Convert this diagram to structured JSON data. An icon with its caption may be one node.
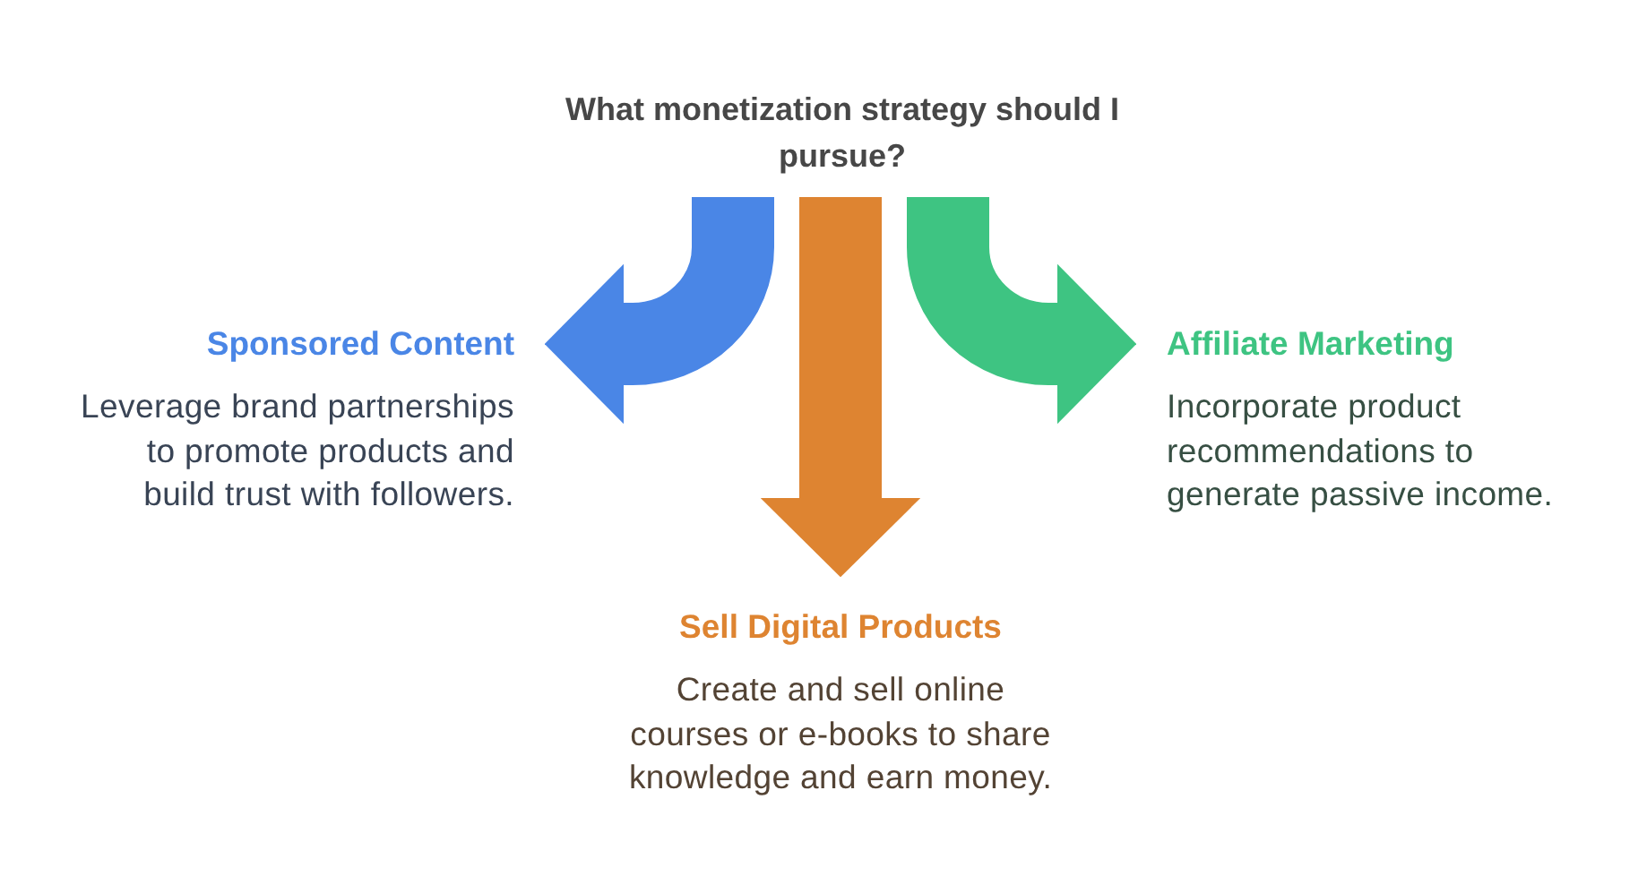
{
  "diagram": {
    "nodes": [
      {
        "text": [
          "What monetization strategy should I pursue?"
        ]
      },
      {
        "text": [
          "Sponsored Content",
          "Leverage brand partnerships to promote products and build trust with followers."
        ]
      },
      {
        "text": [
          "Affiliate Marketing",
          "Incorporate product recommendations to generate passive income."
        ]
      },
      {
        "text": [
          "Sell Digital Products",
          "Create and sell online courses or e-books to share knowledge and earn money."
        ]
      }
    ],
    "edges": [
      {
        "from": 0,
        "to": 1,
        "arrow": "to",
        "color": "#4a86e6"
      },
      {
        "from": 0,
        "to": 3,
        "arrow": "to",
        "color": "#de8431"
      },
      {
        "from": 0,
        "to": 2,
        "arrow": "to",
        "color": "#3ec482"
      }
    ]
  }
}
